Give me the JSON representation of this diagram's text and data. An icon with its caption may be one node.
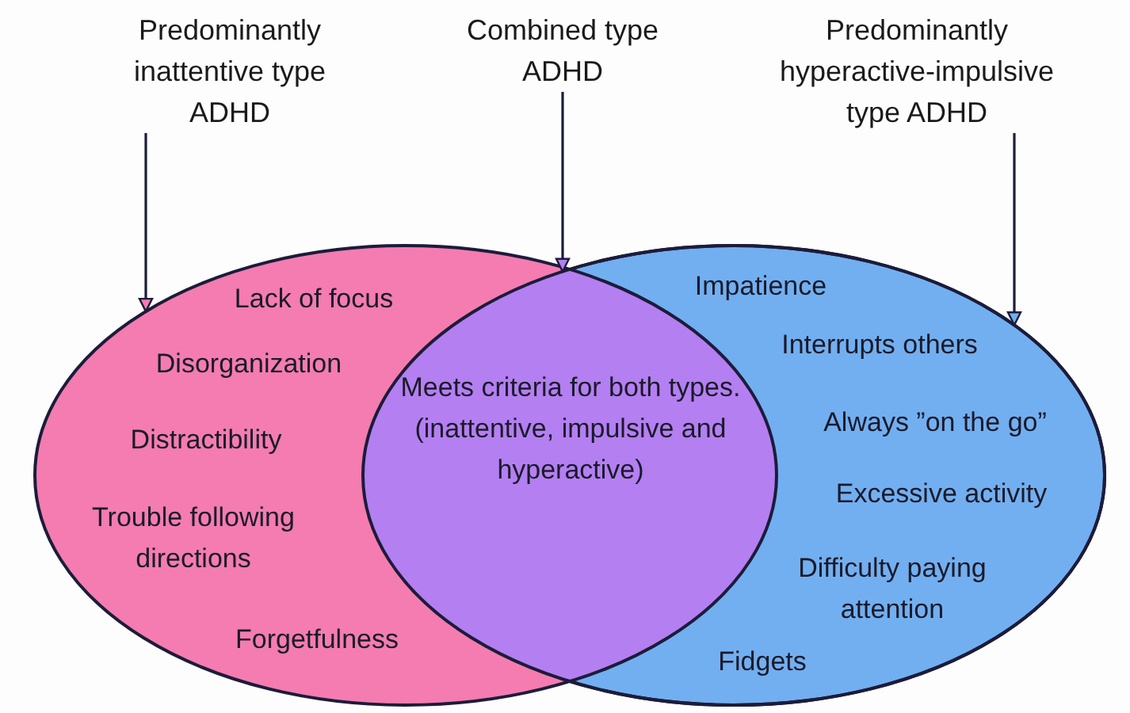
{
  "diagram": {
    "nodes": [
      {
        "text": [
          "Predominantly inattentive type ADHD"
        ]
      },
      {
        "text": [
          "Combined type ADHD"
        ]
      },
      {
        "text": [
          "Predominantly hyperactive-impulsive type ADHD"
        ]
      },
      {
        "text": [
          "Lack of focus",
          "Disorganization",
          "Distractibility",
          "Trouble following directions",
          "Forgetfulness"
        ]
      },
      {
        "text": [
          "Impatience",
          "Interrupts others",
          "Always ”on the go”",
          "Excessive activity",
          "Difficulty paying attention",
          "Fidgets"
        ]
      },
      {
        "text": [
          "Meets criteria for both types. (inattentive, impulsive and hyperactive)"
        ]
      }
    ],
    "edges": [
      {
        "from": 0,
        "to": 3,
        "arrow": "to"
      },
      {
        "from": 1,
        "to": 5,
        "arrow": "to"
      },
      {
        "from": 2,
        "to": 4,
        "arrow": "to"
      }
    ]
  }
}
